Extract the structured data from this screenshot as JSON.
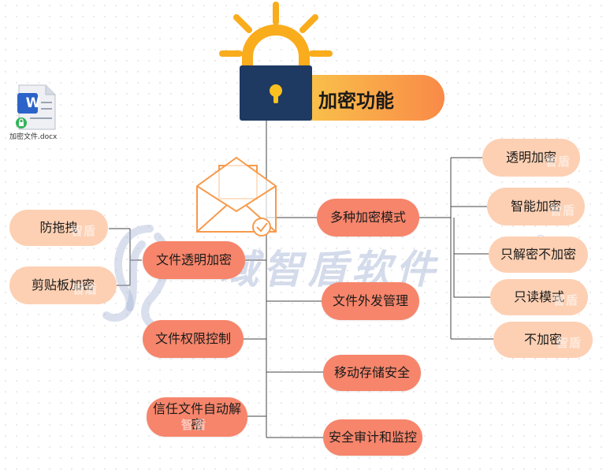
{
  "title": "加密功能",
  "file_icon": {
    "label": "加密文件.docx",
    "letter": "W"
  },
  "watermark": {
    "text": "域智盾软件",
    "small": "智盾",
    "registered": "®"
  },
  "branches": [
    {
      "id": "transparent",
      "label": "文件透明加密",
      "children": [
        "防拖拽",
        "剪贴板加密"
      ]
    },
    {
      "id": "permission",
      "label": "文件权限控制"
    },
    {
      "id": "trusted",
      "label": "信任文件自动解密"
    },
    {
      "id": "modes",
      "label": "多种加密模式",
      "children": [
        "透明加密",
        "智能加密",
        "只解密不加密",
        "只读模式",
        "不加密"
      ]
    },
    {
      "id": "outgoing",
      "label": "文件外发管理"
    },
    {
      "id": "mobile",
      "label": "移动存储安全"
    },
    {
      "id": "audit",
      "label": "安全审计和监控"
    }
  ],
  "colors": {
    "primary": "#f6856b",
    "secondary": "#fdd0b3",
    "lock_body": "#1e3a63",
    "sun": "#f9ac1c"
  }
}
